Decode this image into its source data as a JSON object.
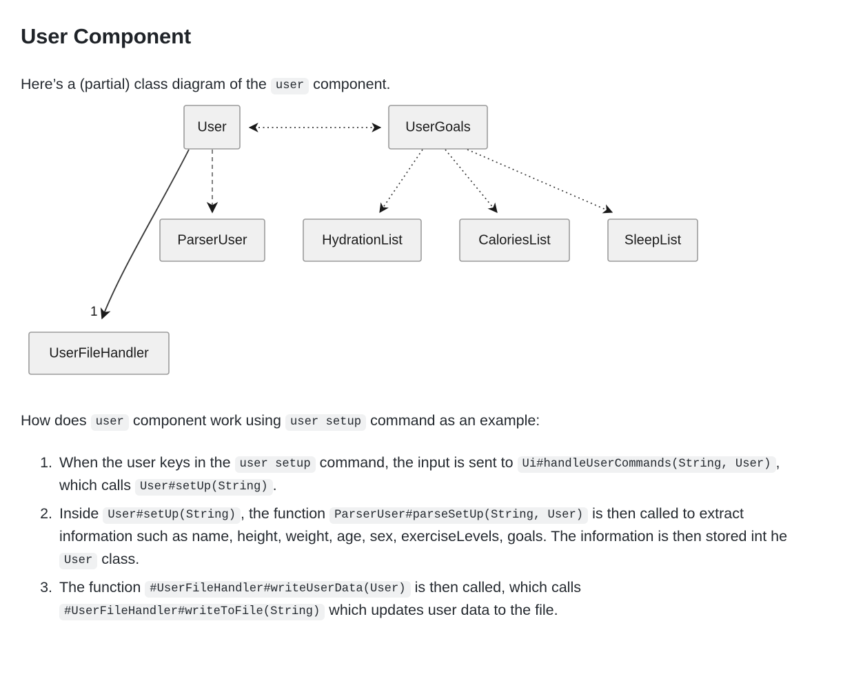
{
  "page": {
    "title": "User Component"
  },
  "intro": {
    "before": "Here’s a (partial) class diagram of the",
    "code": "user",
    "after": "component."
  },
  "diagram": {
    "nodes": [
      {
        "id": "user",
        "label": "User"
      },
      {
        "id": "usergoals",
        "label": "UserGoals"
      },
      {
        "id": "parseruser",
        "label": "ParserUser"
      },
      {
        "id": "hydrationlist",
        "label": "HydrationList"
      },
      {
        "id": "calorieslist",
        "label": "CaloriesList"
      },
      {
        "id": "sleeplist",
        "label": "SleepList"
      },
      {
        "id": "userfilehandler",
        "label": "UserFileHandler"
      }
    ],
    "edges": [
      {
        "from": "user",
        "to": "usergoals",
        "style": "dotted",
        "arrows": "both",
        "label": ""
      },
      {
        "from": "user",
        "to": "parseruser",
        "style": "dashed",
        "arrows": "to",
        "label": ""
      },
      {
        "from": "usergoals",
        "to": "hydrationlist",
        "style": "dotted",
        "arrows": "to",
        "label": ""
      },
      {
        "from": "usergoals",
        "to": "calorieslist",
        "style": "dotted",
        "arrows": "to",
        "label": ""
      },
      {
        "from": "usergoals",
        "to": "sleeplist",
        "style": "dotted",
        "arrows": "to",
        "label": ""
      },
      {
        "from": "user",
        "to": "userfilehandler",
        "style": "solid",
        "arrows": "to",
        "label": "1"
      }
    ],
    "multiplicity_label": "1",
    "colors": {
      "node_fill": "#f0f0f0",
      "node_border": "#9b9b9b",
      "edge": "#3a3a3a",
      "dashed_edge": "#808080"
    }
  },
  "how": {
    "before": "How does",
    "code1": "user",
    "middle": "component work using",
    "code2": "user setup",
    "after": "command as an example:"
  },
  "steps": [
    {
      "parts": [
        {
          "type": "text",
          "value": "When the user keys in the "
        },
        {
          "type": "code",
          "value": "user setup"
        },
        {
          "type": "text",
          "value": " command, the input is sent to "
        },
        {
          "type": "code",
          "value": "Ui#handleUserCommands(String, User)"
        },
        {
          "type": "text",
          "value": ", which calls "
        },
        {
          "type": "code",
          "value": "User#setUp(String)"
        },
        {
          "type": "text",
          "value": "."
        }
      ]
    },
    {
      "parts": [
        {
          "type": "text",
          "value": "Inside "
        },
        {
          "type": "code",
          "value": "User#setUp(String)"
        },
        {
          "type": "text",
          "value": ", the function "
        },
        {
          "type": "code",
          "value": "ParserUser#parseSetUp(String, User)"
        },
        {
          "type": "text",
          "value": " is then called to extract information such as name, height, weight, age, sex, exerciseLevels, goals. The information is then stored int he "
        },
        {
          "type": "code",
          "value": "User"
        },
        {
          "type": "text",
          "value": " class."
        }
      ]
    },
    {
      "parts": [
        {
          "type": "text",
          "value": "The function "
        },
        {
          "type": "code",
          "value": "#UserFileHandler#writeUserData(User)"
        },
        {
          "type": "text",
          "value": " is then called, which calls "
        },
        {
          "type": "code",
          "value": "#UserFileHandler#writeToFile(String)"
        },
        {
          "type": "text",
          "value": " which updates user data to the file."
        }
      ]
    }
  ]
}
